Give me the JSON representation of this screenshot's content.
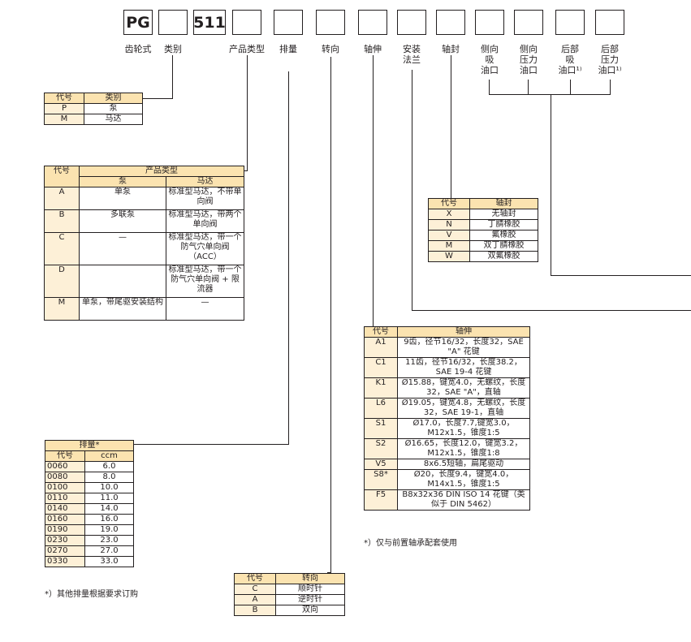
{
  "header": {
    "boxes": [
      "PG",
      "",
      "511",
      "",
      "",
      "",
      "",
      "",
      "",
      "",
      "",
      "",
      ""
    ],
    "labels": [
      {
        "id": "gear",
        "text": "齿轮式"
      },
      {
        "id": "category",
        "text": "类别"
      },
      {
        "id": "product_type",
        "text": "产品类型"
      },
      {
        "id": "displacement",
        "text": "排量"
      },
      {
        "id": "rotation",
        "text": "转向"
      },
      {
        "id": "shaft",
        "text": "轴伸"
      },
      {
        "id": "flange",
        "text": "安装\n法兰"
      },
      {
        "id": "seal",
        "text": "轴封"
      },
      {
        "id": "side_suction",
        "text": "侧向\n吸\n油口"
      },
      {
        "id": "side_pressure",
        "text": "侧向\n压力\n油口"
      },
      {
        "id": "rear_suction",
        "text": "后部\n吸\n油口¹⁾"
      },
      {
        "id": "rear_pressure",
        "text": "后部\n压力\n油口¹⁾"
      }
    ]
  },
  "category_table": {
    "headers": [
      "代号",
      "类别"
    ],
    "rows": [
      [
        "P",
        "泵"
      ],
      [
        "M",
        "马达"
      ]
    ]
  },
  "product_type_table": {
    "headers": [
      "代号",
      "产品类型",
      "泵",
      "马达"
    ],
    "rows": [
      [
        "A",
        "单泵",
        "标准型马达，不带单向阀"
      ],
      [
        "B",
        "多联泵",
        "标准型马达，带两个单向阀"
      ],
      [
        "C",
        "—",
        "标准型马达，带一个防气穴单向阀（ACC）"
      ],
      [
        "D",
        "",
        "标准型马达，带一个防气穴单向阀 + 限流器"
      ],
      [
        "M",
        "单泵，带尾驱安装结构",
        "—"
      ]
    ]
  },
  "seal_table": {
    "headers": [
      "代号",
      "轴封"
    ],
    "rows": [
      [
        "X",
        "无轴封"
      ],
      [
        "N",
        "丁腈橡胶"
      ],
      [
        "V",
        "氟橡胶"
      ],
      [
        "M",
        "双丁腈橡胶"
      ],
      [
        "W",
        "双氟橡胶"
      ]
    ]
  },
  "shaft_table": {
    "headers": [
      "代号",
      "轴伸"
    ],
    "rows": [
      [
        "A1",
        "9齿，径节16/32，长度32，SAE \"A\" 花键"
      ],
      [
        "C1",
        "11齿，径节16/32，长度38.2，SAE 19-4 花键"
      ],
      [
        "K1",
        "Ø15.88，键宽4.0，无螺纹，长度32，SAE \"A\"，直轴"
      ],
      [
        "L6",
        "Ø19.05，键宽4.8，无螺纹，长度32，SAE 19-1，直轴"
      ],
      [
        "S1",
        "Ø17.0，长度7.7,键宽3.0，M12x1.5，锥度1:5"
      ],
      [
        "S2",
        "Ø16.65，长度12.0，键宽3.2，M12x1.5，锥度1:8"
      ],
      [
        "V5",
        "8x6.5短轴，扁尾驱动"
      ],
      [
        "S8*",
        "Ø20，长度9.4，键宽4.0，M14x1.5，锥度1:5"
      ],
      [
        "F5",
        "B8x32x36 DIN ISO 14 花键（类似于 DIN 5462）"
      ]
    ],
    "note": "*）仅与前置轴承配套使用"
  },
  "displacement_table": {
    "title": "排量*",
    "headers": [
      "代号",
      "ccm"
    ],
    "rows": [
      [
        "0060",
        "6.0"
      ],
      [
        "0080",
        "8.0"
      ],
      [
        "0100",
        "10.0"
      ],
      [
        "0110",
        "11.0"
      ],
      [
        "0140",
        "14.0"
      ],
      [
        "0160",
        "16.0"
      ],
      [
        "0190",
        "19.0"
      ],
      [
        "0230",
        "23.0"
      ],
      [
        "0270",
        "27.0"
      ],
      [
        "0330",
        "33.0"
      ]
    ],
    "note": "*）其他排量根据要求订购"
  },
  "rotation_table": {
    "headers": [
      "代号",
      "转向"
    ],
    "rows": [
      [
        "C",
        "顺时针"
      ],
      [
        "A",
        "逆时针"
      ],
      [
        "B",
        "双向"
      ]
    ]
  },
  "colors": {
    "header_fill": "#fbe3b0",
    "code_fill": "#fdf0d7",
    "line": "#231f20"
  }
}
